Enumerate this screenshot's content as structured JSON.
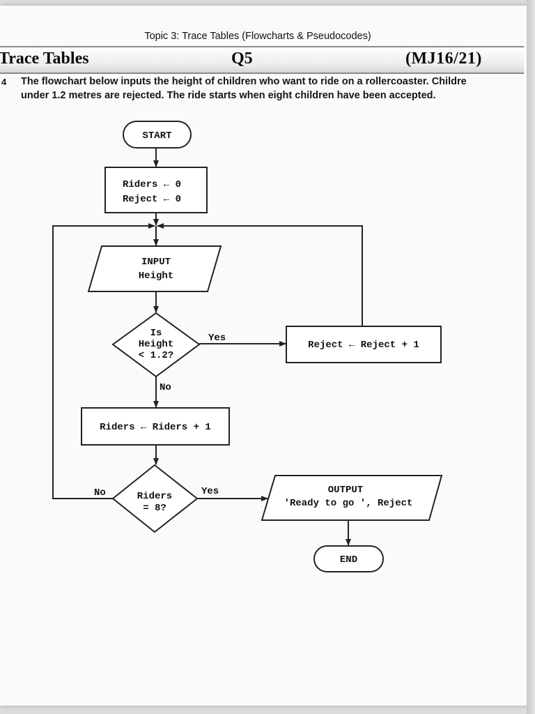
{
  "header": {
    "topic": "Topic 3: Trace Tables (Flowcharts & Pseudocodes)",
    "section": "Trace Tables",
    "question": "Q5",
    "paper_code": "(MJ16/21)"
  },
  "intro": {
    "bullet": "4",
    "line1": "The flowchart below inputs the height of children who want to ride on a rollercoaster. Childre",
    "line2": "under 1.2 metres are rejected. The ride starts when eight children have been accepted."
  },
  "flowchart": {
    "start": "START",
    "init": [
      "Riders ← 0",
      "Reject ← 0"
    ],
    "input": [
      "INPUT",
      "Height"
    ],
    "decision1": [
      "Is",
      "Height",
      "< 1.2?"
    ],
    "yes1": "Yes",
    "no1": "No",
    "reject_update": "Reject ← Reject + 1",
    "riders_update": "Riders ← Riders + 1",
    "decision2": [
      "Riders",
      "= 8?"
    ],
    "yes2": "Yes",
    "no2": "No",
    "output": [
      "OUTPUT",
      "'Ready to go ', Reject"
    ],
    "end": "END"
  }
}
